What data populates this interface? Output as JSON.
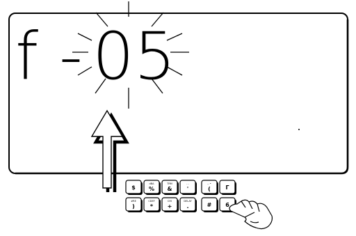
{
  "display": {
    "prefix": "f",
    "dash": "-",
    "value": "05"
  },
  "keypad": {
    "rows": [
      [
        {
          "main": "$",
          "sub": ""
        },
        {
          "main": "%",
          "sub": "dBA"
        },
        {
          "main": "&",
          "sub": "TRM"
        },
        {
          "main": "'",
          "sub": "- -"
        },
        {
          "main": "(",
          "sub": "-- •"
        },
        {
          "main": "Γ",
          "sub": ""
        }
      ],
      [
        {
          "main": ")",
          "sub": "#RE"
        },
        {
          "main": "*",
          "sub": "CDEF"
        },
        {
          "main": "+",
          "sub": "CHI"
        },
        {
          "main": ".",
          "sub": "DELAY"
        },
        {
          "main": "#",
          "sub": ""
        },
        {
          "main": "6",
          "sub": ""
        }
      ]
    ]
  }
}
